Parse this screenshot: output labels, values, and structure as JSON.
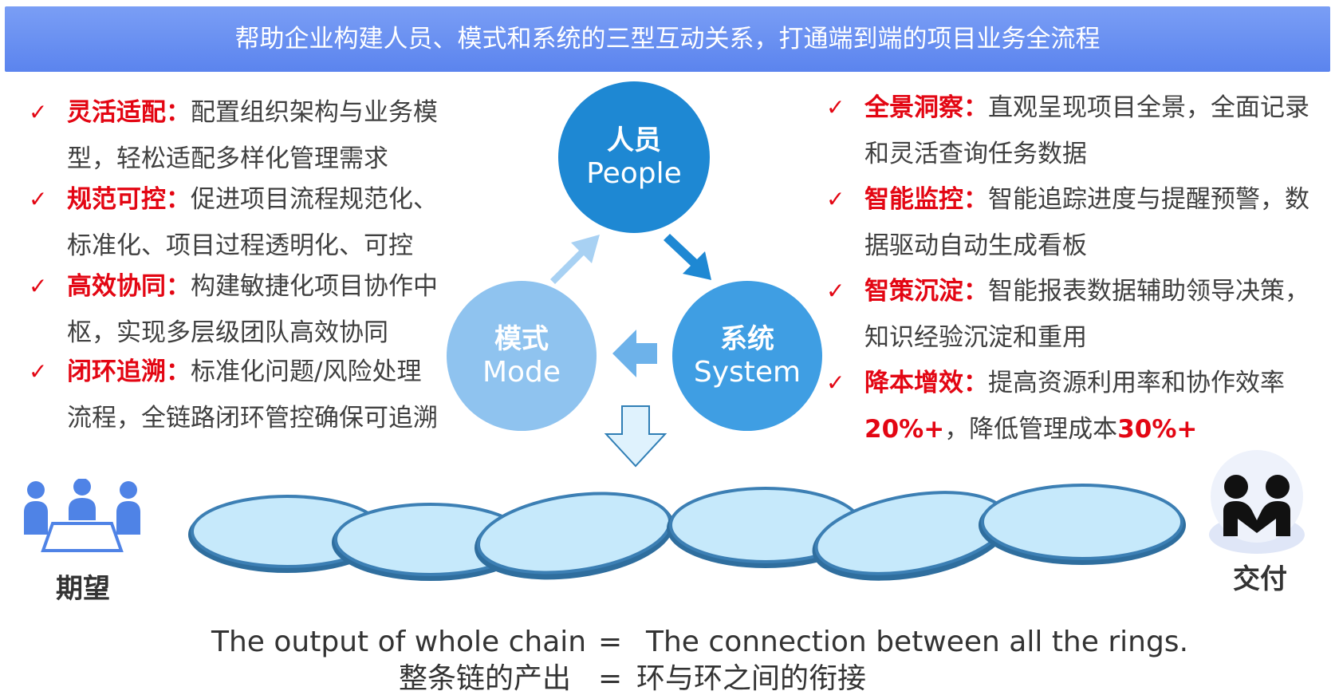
{
  "banner": {
    "title": "帮助企业构建人员、模式和系统的三型互动关系，打通端到端的项目业务全流程"
  },
  "left_items": [
    {
      "head": "灵活适配：",
      "line1": "配置组织架构与业务模",
      "line2": "型，轻松适配多样化管理需求"
    },
    {
      "head": "规范可控：",
      "line1": "促进项目流程规范化、",
      "line2": "标准化、项目过程透明化、可控"
    },
    {
      "head": "高效协同：",
      "line1": "构建敏捷化项目协作中",
      "line2": "枢，实现多层级团队高效协同"
    },
    {
      "head": "闭环追溯：",
      "line1": "标准化问题/风险处理",
      "line2": "流程，全链路闭环管控确保可追溯"
    }
  ],
  "right_items": [
    {
      "head": "全景洞察：",
      "line1": "直观呈现项目全景，全面记录",
      "line2": "和灵活查询任务数据"
    },
    {
      "head": "智能监控：",
      "line1": "智能追踪进度与提醒预警，数",
      "line2": "据驱动自动生成看板"
    },
    {
      "head": "智策沉淀：",
      "line1": "智能报表数据辅助领导决策，",
      "line2": "知识经验沉淀和重用"
    },
    {
      "head": "降本增效：",
      "line1": "提高资源利用率和协作效率",
      "line2_red1": "20%+",
      "line2_mid": "，降低管理成本",
      "line2_red2": "30%+"
    }
  ],
  "check_mark": "✓",
  "cycle": {
    "people": {
      "zh": "人员",
      "en": "People"
    },
    "mode": {
      "zh": "模式",
      "en": "Mode"
    },
    "system": {
      "zh": "系统",
      "en": "System"
    }
  },
  "ends": {
    "left_label": "期望",
    "right_label": "交付"
  },
  "formula": {
    "en_left": "The output of whole chain",
    "en_eq": "=",
    "en_right": "The connection between all the rings.",
    "zh_left": "整条链的产出",
    "zh_eq": "=",
    "zh_right": "环与环之间的衔接"
  },
  "colors": {
    "banner": "#5b84ee",
    "accent_red": "#e30613",
    "people": "#1e88d3",
    "mode": "#8fc3ef",
    "system": "#3f9ee3",
    "ring_fill": "#c6e9fb",
    "ring_stroke": "#2f6e9e"
  },
  "icons": [
    "check-icon",
    "meeting-people-icon",
    "handshake-people-icon",
    "down-arrow-icon",
    "cycle-arrow-icon"
  ]
}
